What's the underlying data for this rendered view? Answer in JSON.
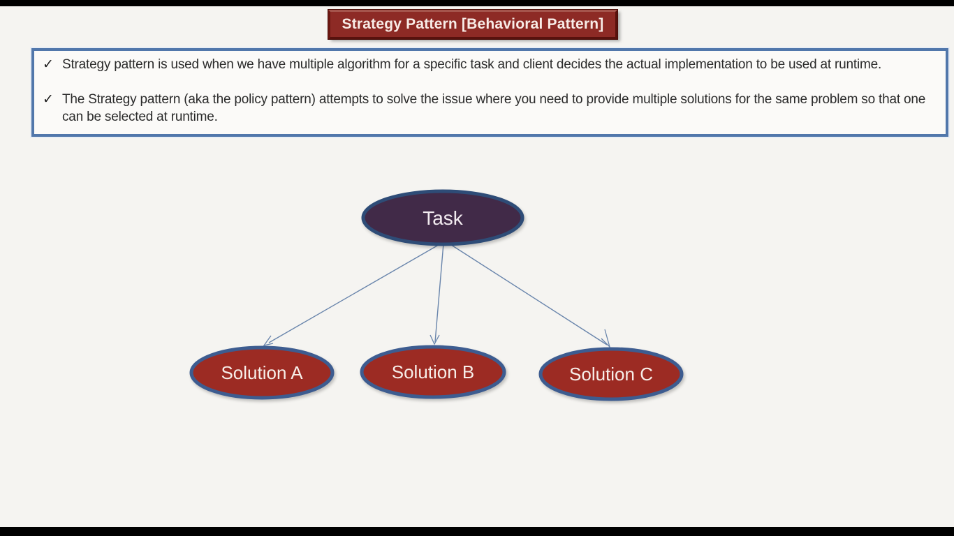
{
  "letterbox": {
    "color": "#000000"
  },
  "slide": {
    "background": "#f5f4f1"
  },
  "title_banner": {
    "label": "Strategy Pattern [Behavioral Pattern]",
    "background": "#8d2a25",
    "text_color": "#f8ece7"
  },
  "notes_box": {
    "border_color": "#5177ab",
    "background": "#fbfaf8",
    "bullets": [
      {
        "marker": "✓",
        "text": "Strategy pattern is used when we have multiple algorithm for a specific task and client decides the actual implementation to be used at runtime."
      },
      {
        "marker": "✓",
        "text": "The Strategy pattern (aka the policy pattern) attempts to solve the issue where you need to provide multiple solutions for the same problem so that one can be selected at runtime."
      }
    ]
  },
  "diagram": {
    "arrow_color": "#6884ab",
    "task": {
      "label": "Task",
      "fill": "#412a48",
      "stroke": "#2e4c77",
      "text_color": "#f2ebf0"
    },
    "solution_a": {
      "label": "Solution A",
      "fill": "#9c2b23",
      "stroke": "#3d5c90",
      "text_color": "#f7eee9"
    },
    "solution_b": {
      "label": "Solution B",
      "fill": "#9c2b23",
      "stroke": "#3d5c90",
      "text_color": "#f7eee9"
    },
    "solution_c": {
      "label": "Solution C",
      "fill": "#9c2b23",
      "stroke": "#3d5c90",
      "text_color": "#f7eee9"
    }
  }
}
